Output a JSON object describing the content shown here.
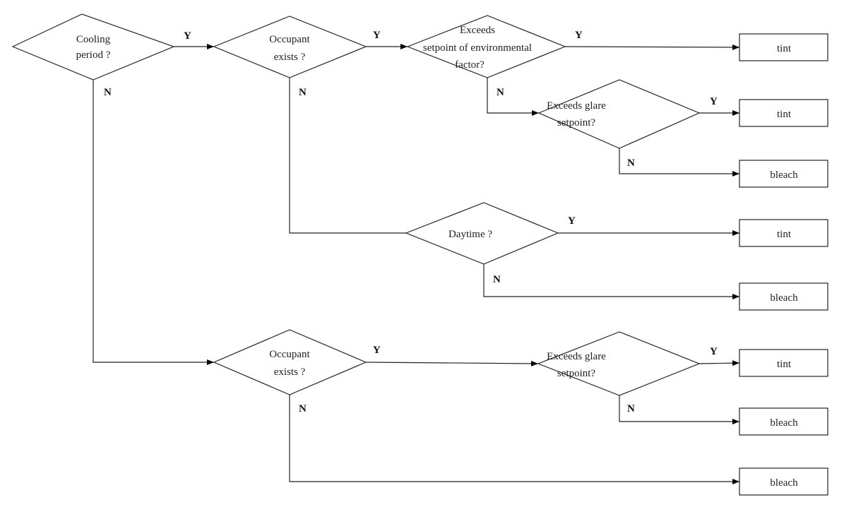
{
  "decisions": {
    "cooling": [
      "Cooling",
      "period ?"
    ],
    "occupant1": [
      "Occupant",
      "exists ?"
    ],
    "env": [
      "Exceeds",
      "setpoint of environmental",
      "factor?"
    ],
    "glare1": [
      "Exceeds  glare",
      "setpoint?"
    ],
    "daytime": [
      "Daytime  ?"
    ],
    "occupant2": [
      "Occupant",
      "exists ?"
    ],
    "glare2": [
      "Exceeds  glare",
      "setpoint?"
    ]
  },
  "outcomes": [
    "tint",
    "tint",
    "bleach",
    "tint",
    "bleach",
    "tint",
    "bleach",
    "bleach"
  ],
  "branch_labels": {
    "yes": "Y",
    "no": "N"
  }
}
